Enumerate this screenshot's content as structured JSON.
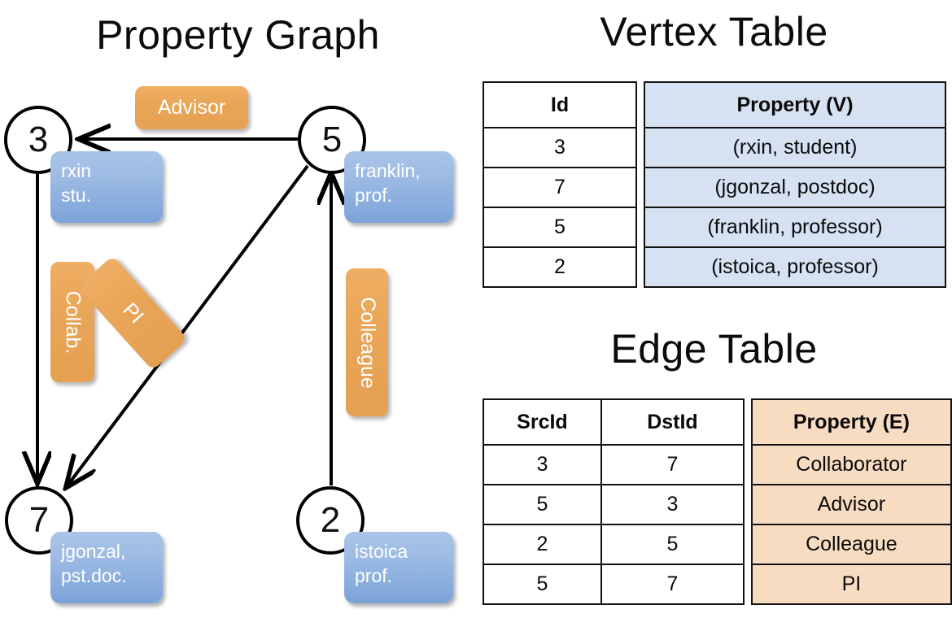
{
  "titles": {
    "property_graph": "Property Graph",
    "vertex_table": "Vertex Table",
    "edge_table": "Edge Table"
  },
  "graph": {
    "nodes": [
      {
        "id": "3",
        "property_lines": "rxin\nstu."
      },
      {
        "id": "5",
        "property_lines": "franklin,\nprof."
      },
      {
        "id": "7",
        "property_lines": "jgonzal,\npst.doc."
      },
      {
        "id": "2",
        "property_lines": "istoica\nprof."
      }
    ],
    "edge_labels": [
      {
        "key": "advisor",
        "text": "Advisor"
      },
      {
        "key": "collab",
        "text": "Collab."
      },
      {
        "key": "pi",
        "text": "PI"
      },
      {
        "key": "colleague",
        "text": "Colleague"
      }
    ],
    "colors": {
      "node_stroke": "#000000",
      "node_fill": "#ffffff",
      "property_box": "#7ba3d8",
      "edge_label_box": "#e5a052",
      "edge_line": "#000000"
    }
  },
  "vertex_table": {
    "headers": [
      "Id",
      "Property (V)"
    ],
    "rows": [
      {
        "id": "3",
        "property": "(rxin, student)"
      },
      {
        "id": "7",
        "property": "(jgonzal, postdoc)"
      },
      {
        "id": "5",
        "property": "(franklin, professor)"
      },
      {
        "id": "2",
        "property": "(istoica, professor)"
      }
    ],
    "property_column_color": "#d6e1f2"
  },
  "edge_table": {
    "headers": [
      "SrcId",
      "DstId",
      "Property (E)"
    ],
    "rows": [
      {
        "src": "3",
        "dst": "7",
        "property": "Collaborator"
      },
      {
        "src": "5",
        "dst": "3",
        "property": "Advisor"
      },
      {
        "src": "2",
        "dst": "5",
        "property": "Colleague"
      },
      {
        "src": "5",
        "dst": "7",
        "property": "PI"
      }
    ],
    "property_column_color": "#f8dcc1"
  }
}
